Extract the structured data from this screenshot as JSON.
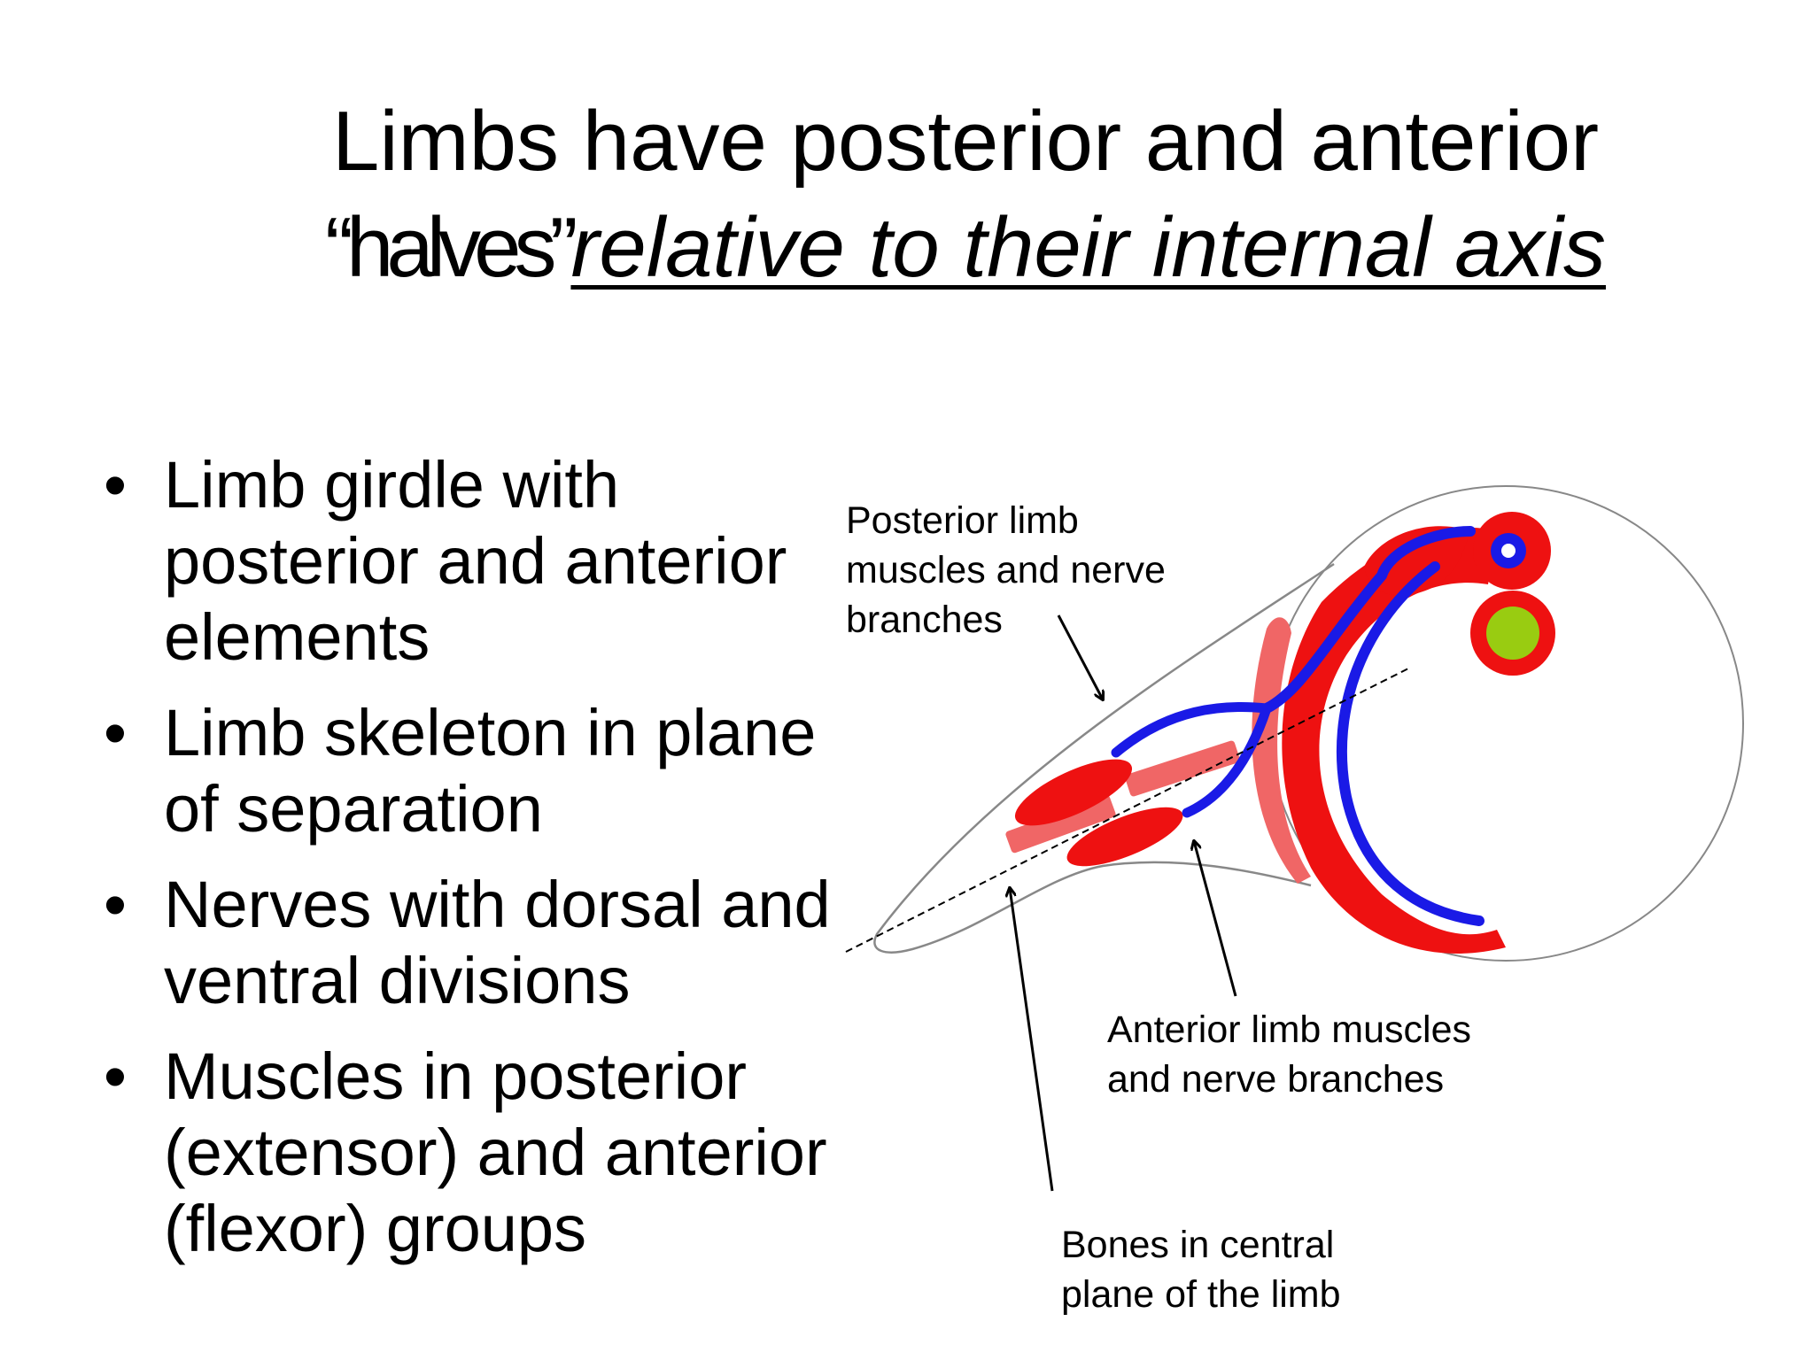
{
  "title": {
    "line1": "Limbs have posterior and anterior",
    "line2_plain": "“halves”",
    "line2_emph": "relative to their internal axis"
  },
  "bullets": [
    {
      "marker": "•",
      "text": "Limb girdle with posterior and anterior elements"
    },
    {
      "marker": "•",
      "text": "Limb skeleton in plane of separation"
    },
    {
      "marker": "•",
      "text": "Nerves with dorsal and ventral divisions"
    },
    {
      "marker": "•",
      "text": "Muscles in posterior (extensor) and anterior (flexor) groups"
    }
  ],
  "diagram": {
    "labels": {
      "posterior": "Posterior limb\nmuscles and nerve\nbranches",
      "anterior": "Anterior limb muscles\nand nerve branches",
      "bones": "Bones in central\nplane of the limb"
    },
    "colors": {
      "muscle": "#ee1111",
      "bone": "#f06666",
      "nerve": "#1a1ae6",
      "notochord": "#99cc11",
      "outline": "#888888"
    }
  }
}
